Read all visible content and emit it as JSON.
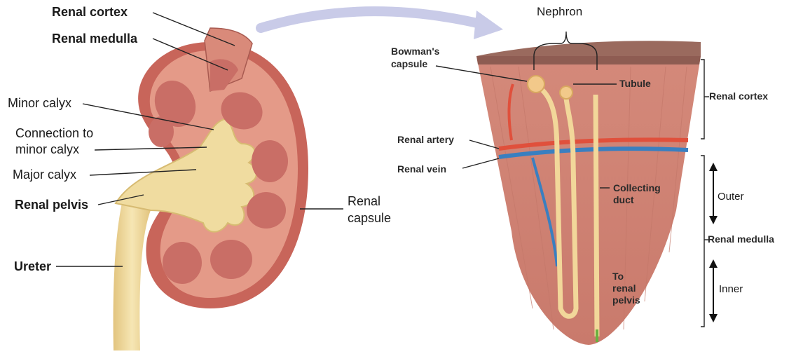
{
  "left_labels": {
    "renal_cortex": "Renal cortex",
    "renal_medulla": "Renal medulla",
    "minor_calyx": "Minor calyx",
    "connection_line1": "Connection to",
    "connection_line2": "minor calyx",
    "major_calyx": "Major calyx",
    "renal_pelvis": "Renal pelvis",
    "ureter": "Ureter",
    "renal_capsule_line1": "Renal",
    "renal_capsule_line2": "capsule"
  },
  "right_labels": {
    "nephron": "Nephron",
    "bowmans_line1": "Bowman's",
    "bowmans_line2": "capsule",
    "tubule": "Tubule",
    "renal_artery": "Renal artery",
    "renal_vein": "Renal vein",
    "collecting_line1": "Collecting",
    "collecting_line2": "duct",
    "to_pelvis_line1": "To",
    "to_pelvis_line2": "renal",
    "to_pelvis_line3": "pelvis",
    "renal_cortex": "Renal cortex",
    "outer": "Outer",
    "renal_medulla": "Renal medulla",
    "inner": "Inner"
  },
  "colors": {
    "kidney_outer": "#c8655a",
    "kidney_cortex": "#e8a08e",
    "pyramid": "#c96e66",
    "pelvis_yellow": "#f0dca0",
    "wedge": "#d98a7a",
    "artery": "#e0503c",
    "vein": "#3a7fc0",
    "arrow": "#c9cbe8"
  }
}
